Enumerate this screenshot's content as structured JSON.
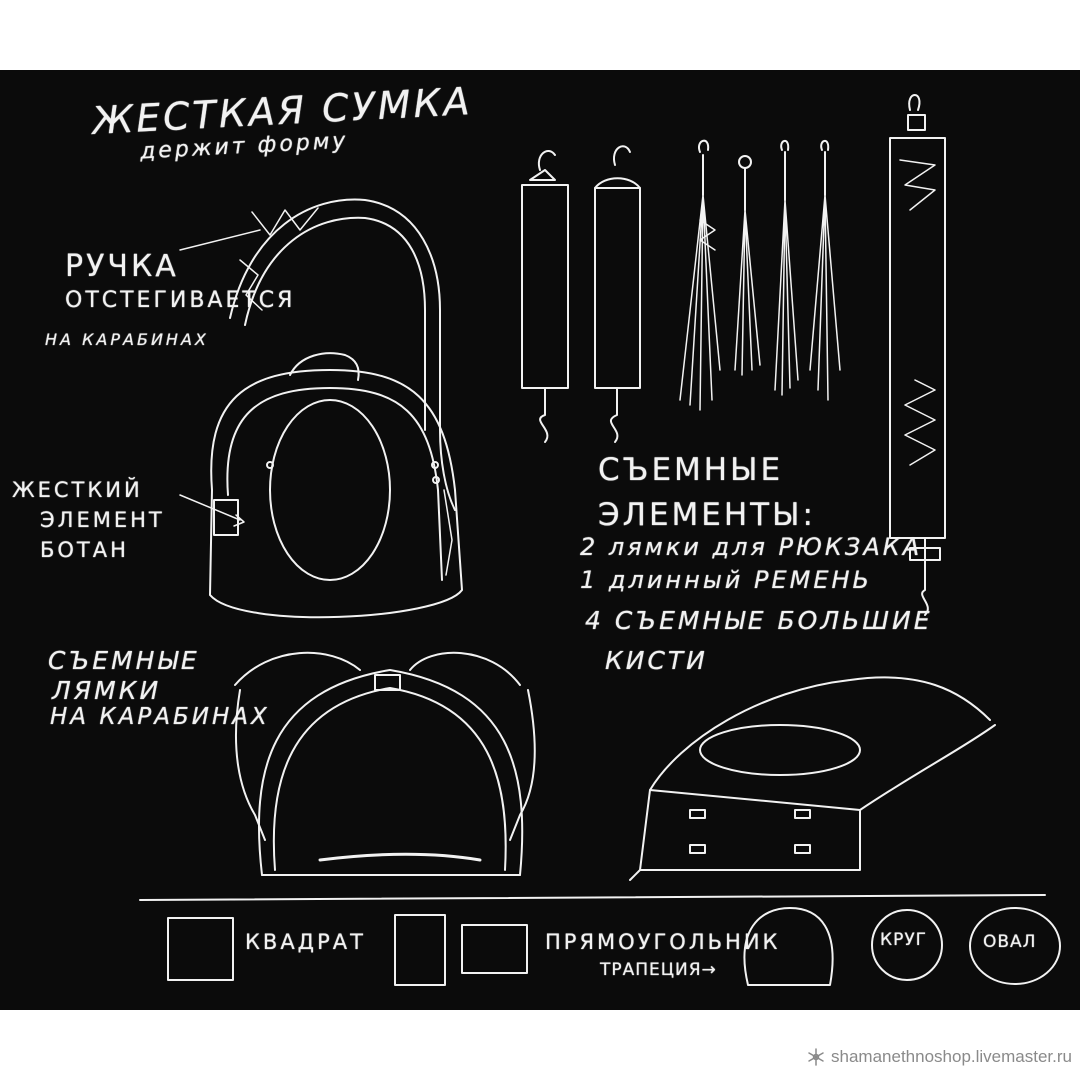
{
  "colors": {
    "board": "#0b0b0b",
    "chalk": "#f2f2f2",
    "page": "#ffffff",
    "watermark": "#8a8a8a"
  },
  "heading": {
    "title": "ЖЕСТКАЯ СУМКА",
    "subtitle": "держит форму"
  },
  "handle_note": {
    "line1": "РУЧКА",
    "line2": "ОТСТЕГИВАЕТСЯ",
    "line3": "НА КАРАБИНАХ"
  },
  "rigid_note": {
    "line1": "ЖЕСТКИЙ",
    "line2": "ЭЛЕМЕНТ",
    "line3": "БОТАН"
  },
  "straps_note": {
    "line1": "СЪЕМНЫЕ",
    "line2": "ЛЯМКИ",
    "line3": "НА КАРАБИНАХ"
  },
  "removable": {
    "heading1": "СЪЕМНЫЕ",
    "heading2": "ЭЛЕМЕНТЫ:",
    "item1": "2 лямки для РЮКЗАКА",
    "item2": "1 длинный РЕМЕНЬ",
    "item3": "4 СЪЕМНЫЕ БОЛЬШИЕ",
    "item3b": "КИСТИ"
  },
  "shapes": {
    "square": "КВАДРАТ",
    "rectangle": "ПРЯМОУГОЛЬНИК",
    "trapezoid": "ТРАПЕЦИЯ→",
    "circle": "КРУГ",
    "oval": "ОВАЛ"
  },
  "watermark": {
    "text": "shamanethnoshop.livemaster.ru",
    "icon": "snowflake-icon"
  }
}
